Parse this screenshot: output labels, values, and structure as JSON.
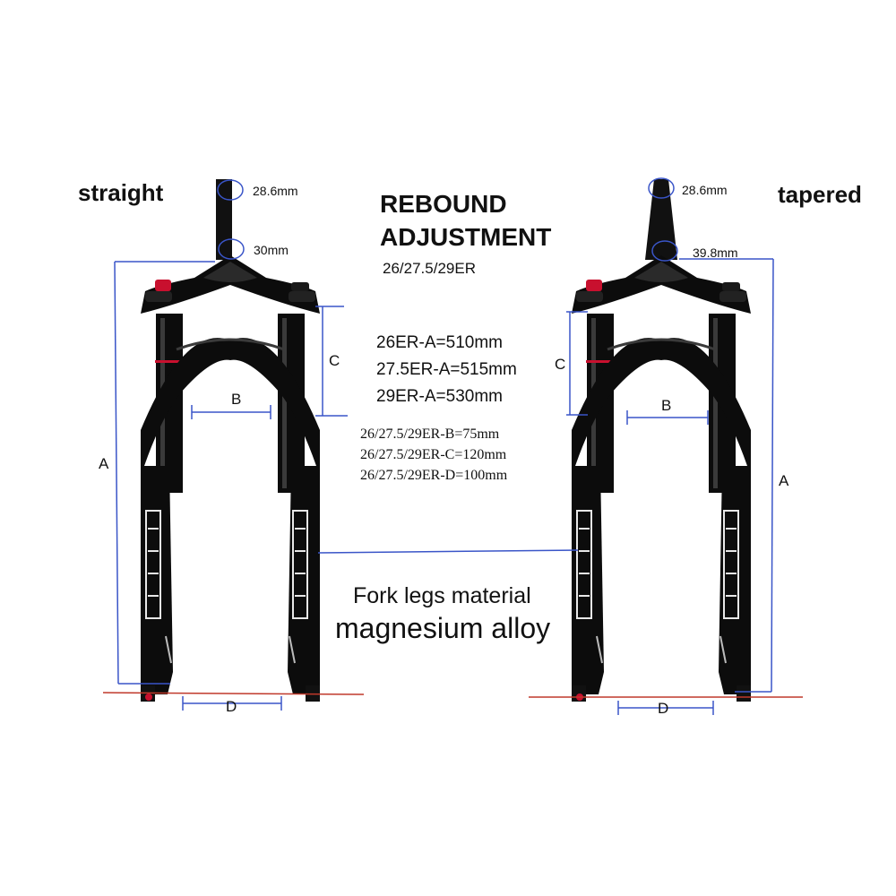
{
  "colors": {
    "dimension_line": "#3a55c8",
    "baseline": "#c0392b",
    "fork_body": "#0c0c0c",
    "fork_highlight": "#3a3a3a",
    "graphic_white": "#e8e8e8",
    "red_knob": "#c8102e",
    "text": "#111111"
  },
  "left_fork": {
    "title": "straight",
    "steerer_top_diameter": "28.6mm",
    "steerer_bottom_diameter": "30mm",
    "dim_a": "A",
    "dim_b": "B",
    "dim_c": "C",
    "dim_d": "D"
  },
  "right_fork": {
    "title": "tapered",
    "steerer_top_diameter": "28.6mm",
    "steerer_bottom_diameter": "39.8mm",
    "dim_a": "A",
    "dim_b": "B",
    "dim_c": "C",
    "dim_d": "D"
  },
  "feature": {
    "line1": "REBOUND",
    "line2": "ADJUSTMENT",
    "sizes": "26/27.5/29ER"
  },
  "specs_a": [
    "26ER-A=510mm",
    "27.5ER-A=515mm",
    "29ER-A=530mm"
  ],
  "specs_other": [
    "26/27.5/29ER-B=75mm",
    "26/27.5/29ER-C=120mm",
    "26/27.5/29ER-D=100mm"
  ],
  "material": {
    "line1": "Fork legs material",
    "line2": "magnesium alloy"
  }
}
